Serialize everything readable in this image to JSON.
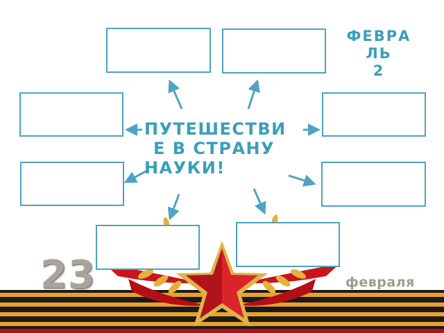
{
  "title_lines": [
    "ПУТЕШЕСТВИ",
    "Е В СТРАНУ",
    "НАУКИ!"
  ],
  "month_lines": [
    "ФЕВРА",
    "ЛЬ",
    "2"
  ],
  "holiday": {
    "day": "23",
    "month": "февраля"
  },
  "colors": {
    "box_border": "#4aa3bf",
    "title": "#3a9fb8",
    "arrow": "#4fa3c4",
    "ribbon_orange": "#e8a12a",
    "star_red": "#d9242b",
    "star_gold": "#e0b34a"
  },
  "empty_boxes": 8,
  "arrows": 8
}
